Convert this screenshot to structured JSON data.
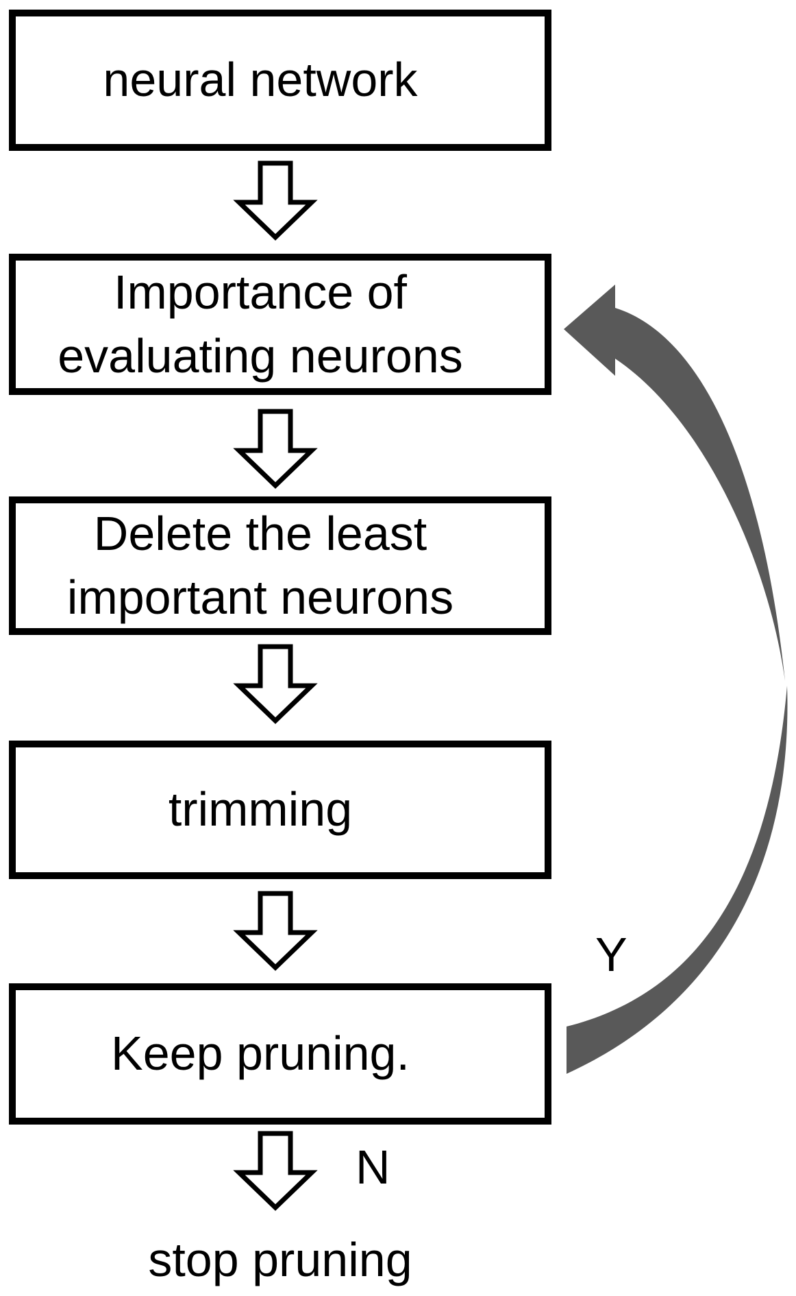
{
  "diagram": {
    "nodes": [
      {
        "id": "start",
        "label": "neural network"
      },
      {
        "id": "evaluate",
        "label": "Importance of evaluating neurons"
      },
      {
        "id": "delete",
        "label": "Delete the least important neurons"
      },
      {
        "id": "trim",
        "label": "trimming"
      },
      {
        "id": "decision",
        "label": "Keep pruning."
      }
    ],
    "terminal_label": "stop pruning",
    "branches": {
      "yes_label": "Y",
      "no_label": "N"
    },
    "icons": {
      "step_connector": "down-block-arrow-icon",
      "loop_back": "curved-left-arrow-icon"
    },
    "colors": {
      "background": "#ffffff",
      "box_border": "#000000",
      "text": "#000000",
      "down_arrow_fill": "#ffffff",
      "down_arrow_outline": "#000000",
      "loop_arrow_fill": "#595959"
    }
  }
}
